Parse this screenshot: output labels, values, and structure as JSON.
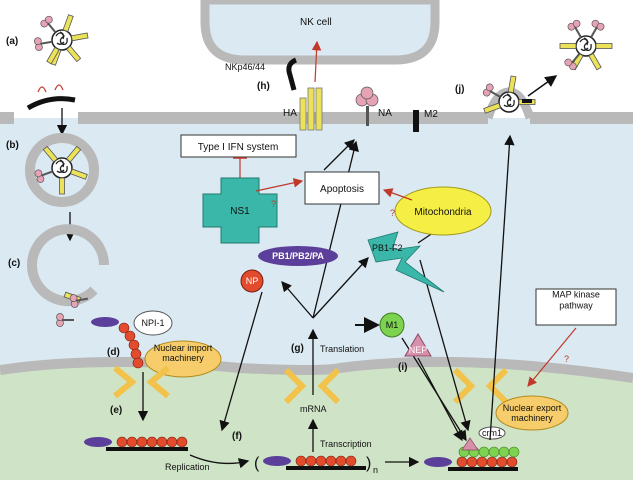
{
  "colors": {
    "background": "#ffffff",
    "extracellular_fluid": "#dbe9f2",
    "membrane": "#b9b9b9",
    "cytoplasm": "#dbe9f2",
    "nucleus": "#cfe3c6",
    "nuclear_pore": "#f3c24a",
    "ns1": "#3ab7a9",
    "pb1_f2": "#3ab7a9",
    "mitochondria": "#f5ee44",
    "apoptosis_box": "#ffffff",
    "polymerase": "#5b3f9a",
    "np": "#e24b2b",
    "m1": "#7dd24f",
    "nep": "#d88faa",
    "ha": "#ece25a",
    "na": "#e6a3b5",
    "m2": "#111111",
    "nuclear_import": "#f6cd6a",
    "nuclear_export": "#f6cd6a",
    "inhibitor_arrow": "#c0392b",
    "flow_arrow": "#111111"
  },
  "step_labels": {
    "a": "(a)",
    "b": "(b)",
    "c": "(c)",
    "d": "(d)",
    "e": "(e)",
    "f": "(f)",
    "g": "(g)",
    "h": "(h)",
    "i": "(i)",
    "j": "(j)"
  },
  "labels": {
    "nk_cell": "NK cell",
    "nkp46": "NKp46/44",
    "ha": "HA",
    "na": "NA",
    "m2": "M2",
    "type1_ifn": "Type I IFN system",
    "ns1": "NS1",
    "apoptosis": "Apoptosis",
    "mitochondria": "Mitochondria",
    "pb1_f2": "PB1-F2",
    "polymerase": "PB1/PB2/PA",
    "np": "NP",
    "npi1": "NPI-1",
    "nuclear_import": "Nuclear import machinery",
    "m1": "M1",
    "nep": "NEP",
    "translation": "Translation",
    "mrna": "mRNA",
    "transcription": "Transcription",
    "replication": "Replication",
    "paren_open": "(",
    "paren_close": ")",
    "subscript_n": "n",
    "map_kinase": "MAP kinase pathway",
    "nuclear_export": "Nuclear export machinery",
    "crm1": "crm1",
    "question": "?"
  }
}
